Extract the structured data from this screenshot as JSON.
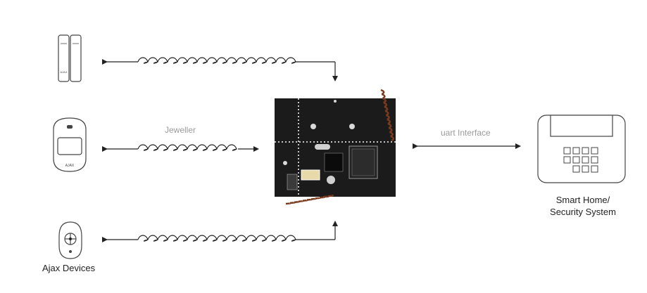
{
  "labels": {
    "jeweller": "Jeweller",
    "uart": "uart Interface",
    "ajax_devices": "Ajax Devices",
    "smart_home_line1": "Smart Home/",
    "smart_home_line2": "Security System"
  },
  "device_marks": {
    "door_sensor": "AJAX",
    "motion_sensor": "AJAX"
  },
  "colors": {
    "line": "#222222",
    "board": "#1b1b1b",
    "antenna": "#7a3a1e",
    "outline": "#444444"
  },
  "icons": [
    "door-sensor-icon",
    "motion-sensor-icon",
    "key-fob-icon",
    "circuit-board-image",
    "security-panel-icon"
  ]
}
